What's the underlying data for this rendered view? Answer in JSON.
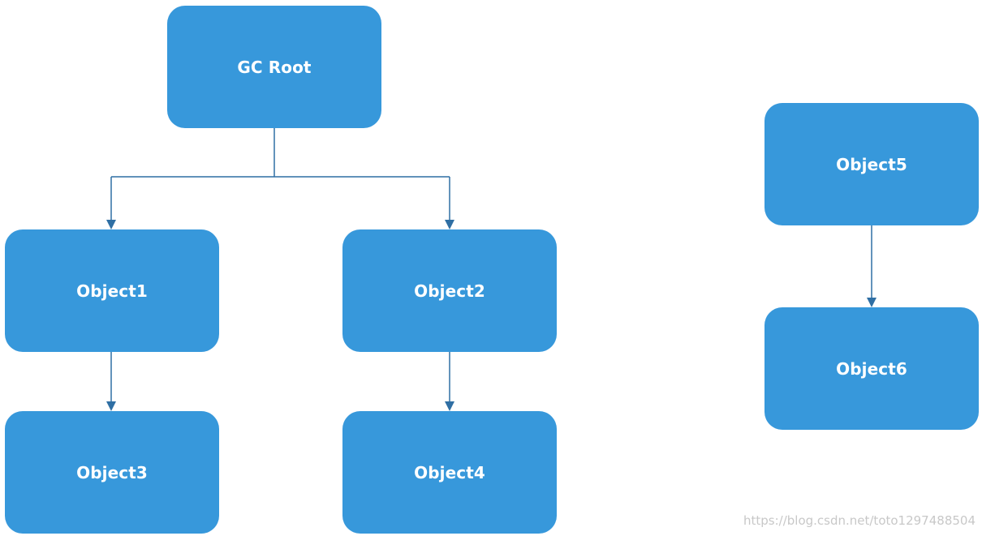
{
  "colors": {
    "node_fill": "#3798db",
    "edge": "#2f6fa4"
  },
  "nodes": {
    "gc_root": "GC Root",
    "object1": "Object1",
    "object2": "Object2",
    "object3": "Object3",
    "object4": "Object4",
    "object5": "Object5",
    "object6": "Object6"
  },
  "edges": [
    {
      "from": "GC Root",
      "to": "Object1"
    },
    {
      "from": "GC Root",
      "to": "Object2"
    },
    {
      "from": "Object1",
      "to": "Object3"
    },
    {
      "from": "Object2",
      "to": "Object4"
    },
    {
      "from": "Object5",
      "to": "Object6"
    }
  ],
  "watermark": "https://blog.csdn.net/toto1297488504"
}
